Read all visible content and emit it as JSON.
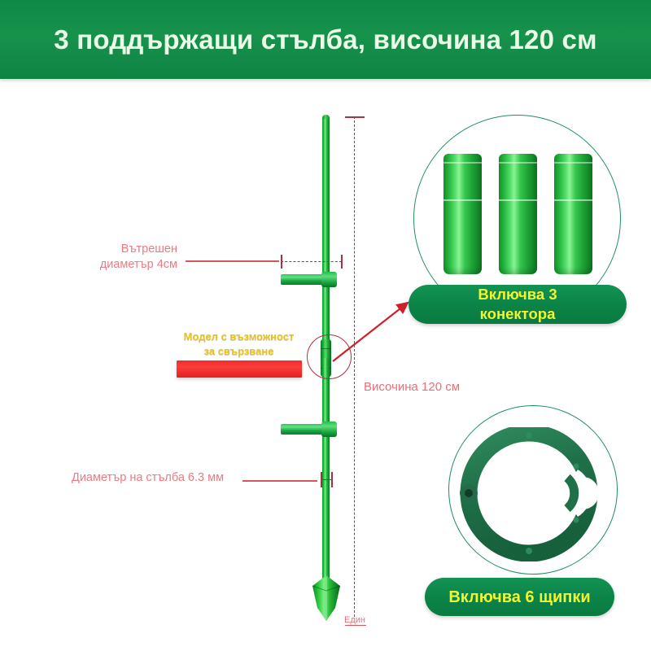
{
  "header": {
    "title": "3 поддържащи стълба, височина 120 см",
    "background_color": "#13904a",
    "text_color": "#eafbe8"
  },
  "diagram": {
    "annotations": {
      "inner_diameter": "Вътрешен\nдиаметър 4см",
      "inner_diameter_line1": "Вътрешен",
      "inner_diameter_line2": "диаметър 4см",
      "pole_diameter": "Диаметър на стълба 6.3 мм",
      "height": "Височина 120 см",
      "bottom_unit": "Един",
      "connectable_line1": "Модел с възможност",
      "connectable_line2": "за свързване"
    },
    "annotation_color": "#ec7b83",
    "measure_line_color": "#a8323f",
    "connectable_text_color": "#e8c11f",
    "red_bar_color": "#f22a2a",
    "pole_color": "#23c140"
  },
  "insets": [
    {
      "id": "connectors",
      "caption": "Включва 3\nконектора",
      "item_count": 3,
      "item_name": "connector-cylinder",
      "circle_color": "#1f8f5d",
      "pill_color": "#0b8347",
      "pill_text_color": "#f1f431"
    },
    {
      "id": "clips",
      "caption": "Включва 6 щипки",
      "item_count": 1,
      "item_name": "clip-ring",
      "circle_color": "#1f8f5d",
      "pill_color": "#0b8347",
      "pill_text_color": "#f1f431"
    }
  ]
}
